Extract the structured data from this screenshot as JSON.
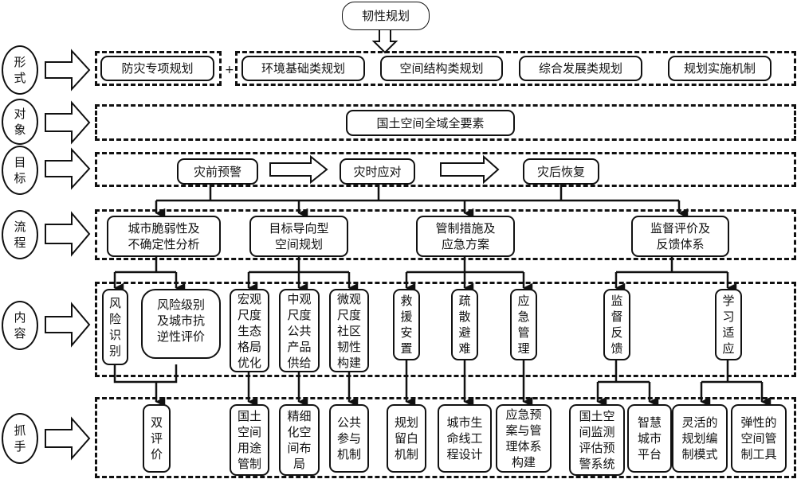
{
  "title": "韧性规划",
  "rows": {
    "form": {
      "label": "形\n式",
      "first": "防灾专项规划",
      "plus": "+",
      "items": [
        "环境基础类规划",
        "空间结构类规划",
        "综合发展类规划",
        "规划实施机制"
      ]
    },
    "object": {
      "label": "对\n象",
      "item": "国土空间全域全要素"
    },
    "goal": {
      "label": "目\n标",
      "items": [
        "灾前预警",
        "灾时应对",
        "灾后恢复"
      ]
    },
    "process": {
      "label": "流\n程",
      "items": [
        "城市脆弱性及\n不确定性分析",
        "目标导向型\n空间规划",
        "管制措施及\n应急方案",
        "监督评价及\n反馈体系"
      ]
    },
    "content": {
      "label": "内\n容",
      "items": [
        "风\n险\n识\n别",
        "风险级别\n及城市抗\n逆性评价",
        "宏观\n尺度\n生态\n格局\n优化",
        "中观\n尺度\n公共\n产品\n供给",
        "微观\n尺度\n社区\n韧性\n构建",
        "救\n援\n安\n置",
        "疏\n散\n避\n难",
        "应\n急\n管\n理",
        "监\n督\n反\n馈",
        "学\n习\n适\n应"
      ]
    },
    "lever": {
      "label": "抓\n手",
      "items": [
        "双\n评\n价",
        "国土\n空间\n用途\n管制",
        "精细\n化空\n间布\n局",
        "公共\n参与\n机制",
        "规划\n留白\n机制",
        "城市生\n命线工\n程设计",
        "应急预\n案与管\n理体系\n构建",
        "国土空\n间监测\n评估预\n警系统",
        "智慧\n城市\n平台",
        "灵活的\n规划编\n制模式",
        "弹性的\n空间管\n制工具"
      ]
    }
  }
}
